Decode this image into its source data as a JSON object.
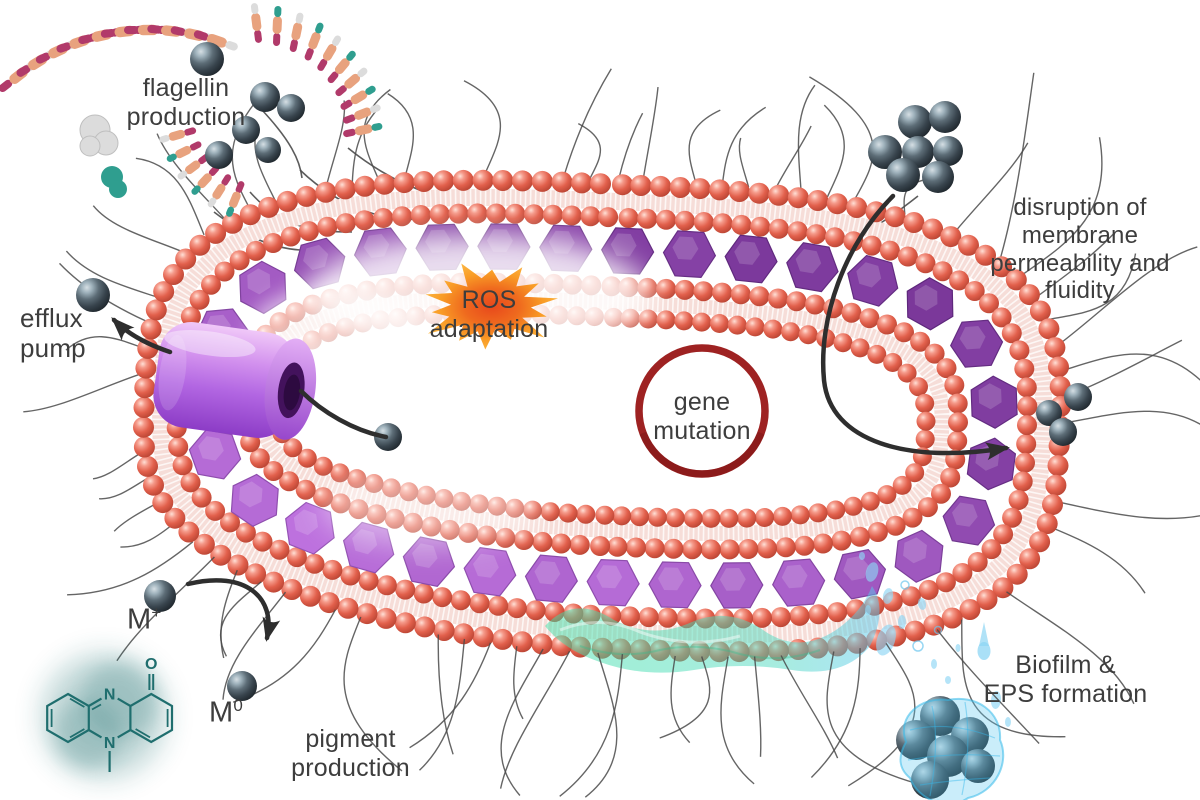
{
  "diagram": {
    "labels": {
      "flagellin": {
        "line1": "flagellin",
        "line2": "production"
      },
      "efflux": {
        "line1": "efflux",
        "line2": "pump"
      },
      "ros": {
        "line1": "ROS",
        "line2": "adaptation"
      },
      "gene": {
        "line1": "gene",
        "line2": "mutation"
      },
      "disruption": {
        "line1": "disruption of membrane",
        "line2": "permeability and fluidity"
      },
      "biofilm": {
        "line1": "Biofilm &",
        "line2": "EPS formation"
      },
      "pigment": {
        "label": "pigment production"
      },
      "ion_oxidized": {
        "base": "M",
        "sup": "+"
      },
      "ion_reduced": {
        "base": "M",
        "sup": "0"
      },
      "molecule": {
        "n_top": "N",
        "n_bottom": "N",
        "o": "O"
      }
    },
    "colors": {
      "background": "#ffffff",
      "text": "#3d3d3d",
      "membrane_bead": "#e2604c",
      "membrane_tails": "#f6ddd8",
      "peptidoglycan_dark": "#521571",
      "peptidoglycan_light": "#c77ae8",
      "efflux_pump": "#b266e2",
      "efflux_pump_hole": "#43125c",
      "nanoparticle": "#38444d",
      "ros_center": "#e8481c",
      "ros_edge": "#fdc14e",
      "gene_ring": "#9e2222",
      "arrow": "#2e2e2e",
      "flagella": "#4a4a4a",
      "pigment_teal": "#1f6e6e",
      "protein_salmon": "#e8a27e",
      "protein_crimson": "#b13a6a",
      "protein_teal": "#2f9e8f",
      "protein_white": "#dcdcdc",
      "eps_green": "#3fe0a8",
      "biofilm_blue": "#59c8f0"
    }
  }
}
